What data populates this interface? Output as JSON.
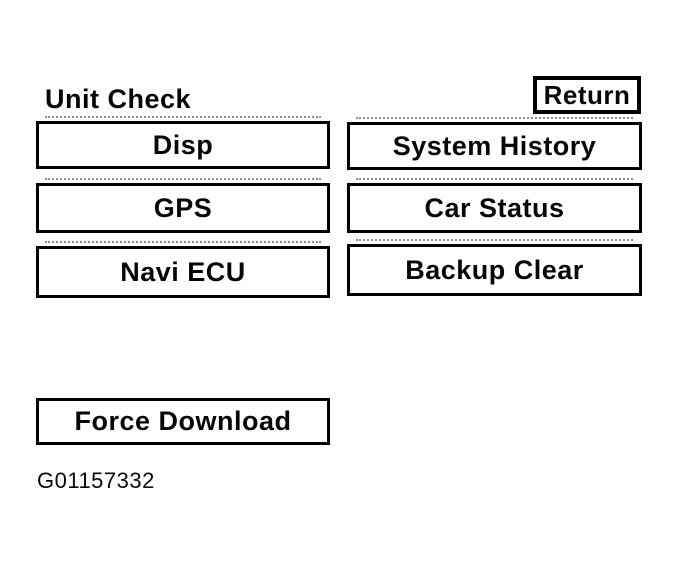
{
  "page": {
    "title": "Unit Check",
    "figure_id": "G01157332",
    "colors": {
      "ink": "#000000",
      "background": "#ffffff"
    }
  },
  "buttons": {
    "return_label": "Return",
    "left_column": [
      {
        "label": "Disp"
      },
      {
        "label": "GPS"
      },
      {
        "label": "Navi ECU"
      }
    ],
    "right_column": [
      {
        "label": "System History"
      },
      {
        "label": "Car Status"
      },
      {
        "label": "Backup Clear"
      }
    ],
    "force_download_label": "Force Download"
  }
}
